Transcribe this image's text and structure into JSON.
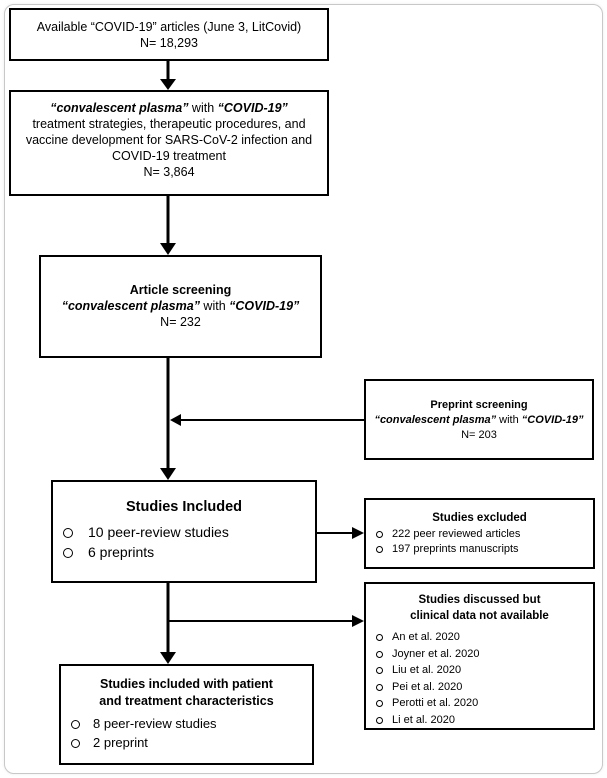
{
  "box1": {
    "line1": "Available “COVID-19” articles (June 3, LitCovid)",
    "line2": "N= 18,293"
  },
  "box2": {
    "line1_em": "“convalescent plasma”",
    "line1_mid": " with ",
    "line1_em2": "“COVID-19”",
    "line2": "treatment strategies, therapeutic procedures, and",
    "line3": "vaccine development for SARS-CoV-2 infection and",
    "line4": "COVID-19 treatment",
    "line5": "N= 3,864"
  },
  "box3": {
    "title": "Article screening",
    "line2_em": "“convalescent plasma”",
    "line2_mid": " with ",
    "line2_em2": "“COVID-19”",
    "line3": "N= 232"
  },
  "preprint": {
    "title": "Preprint screening",
    "line2_em": "“convalescent plasma”",
    "line2_mid": " with ",
    "line2_em2": "“COVID-19”",
    "line3": "N= 203"
  },
  "included": {
    "title": "Studies Included",
    "items": [
      "10 peer-review studies",
      "6 preprints"
    ]
  },
  "excluded": {
    "title": "Studies excluded",
    "items": [
      "222 peer reviewed articles",
      "197 preprints manuscripts"
    ]
  },
  "discussed": {
    "title1": "Studies discussed but",
    "title2": "clinical data not available",
    "items": [
      "An et al. 2020",
      "Joyner et al. 2020",
      "Liu et al. 2020",
      "Pei et al. 2020",
      "Perotti et al. 2020",
      "Li et al. 2020"
    ]
  },
  "final": {
    "title1": "Studies included with patient",
    "title2": "and treatment characteristics",
    "items": [
      "8 peer-review studies",
      "2 preprint"
    ]
  }
}
